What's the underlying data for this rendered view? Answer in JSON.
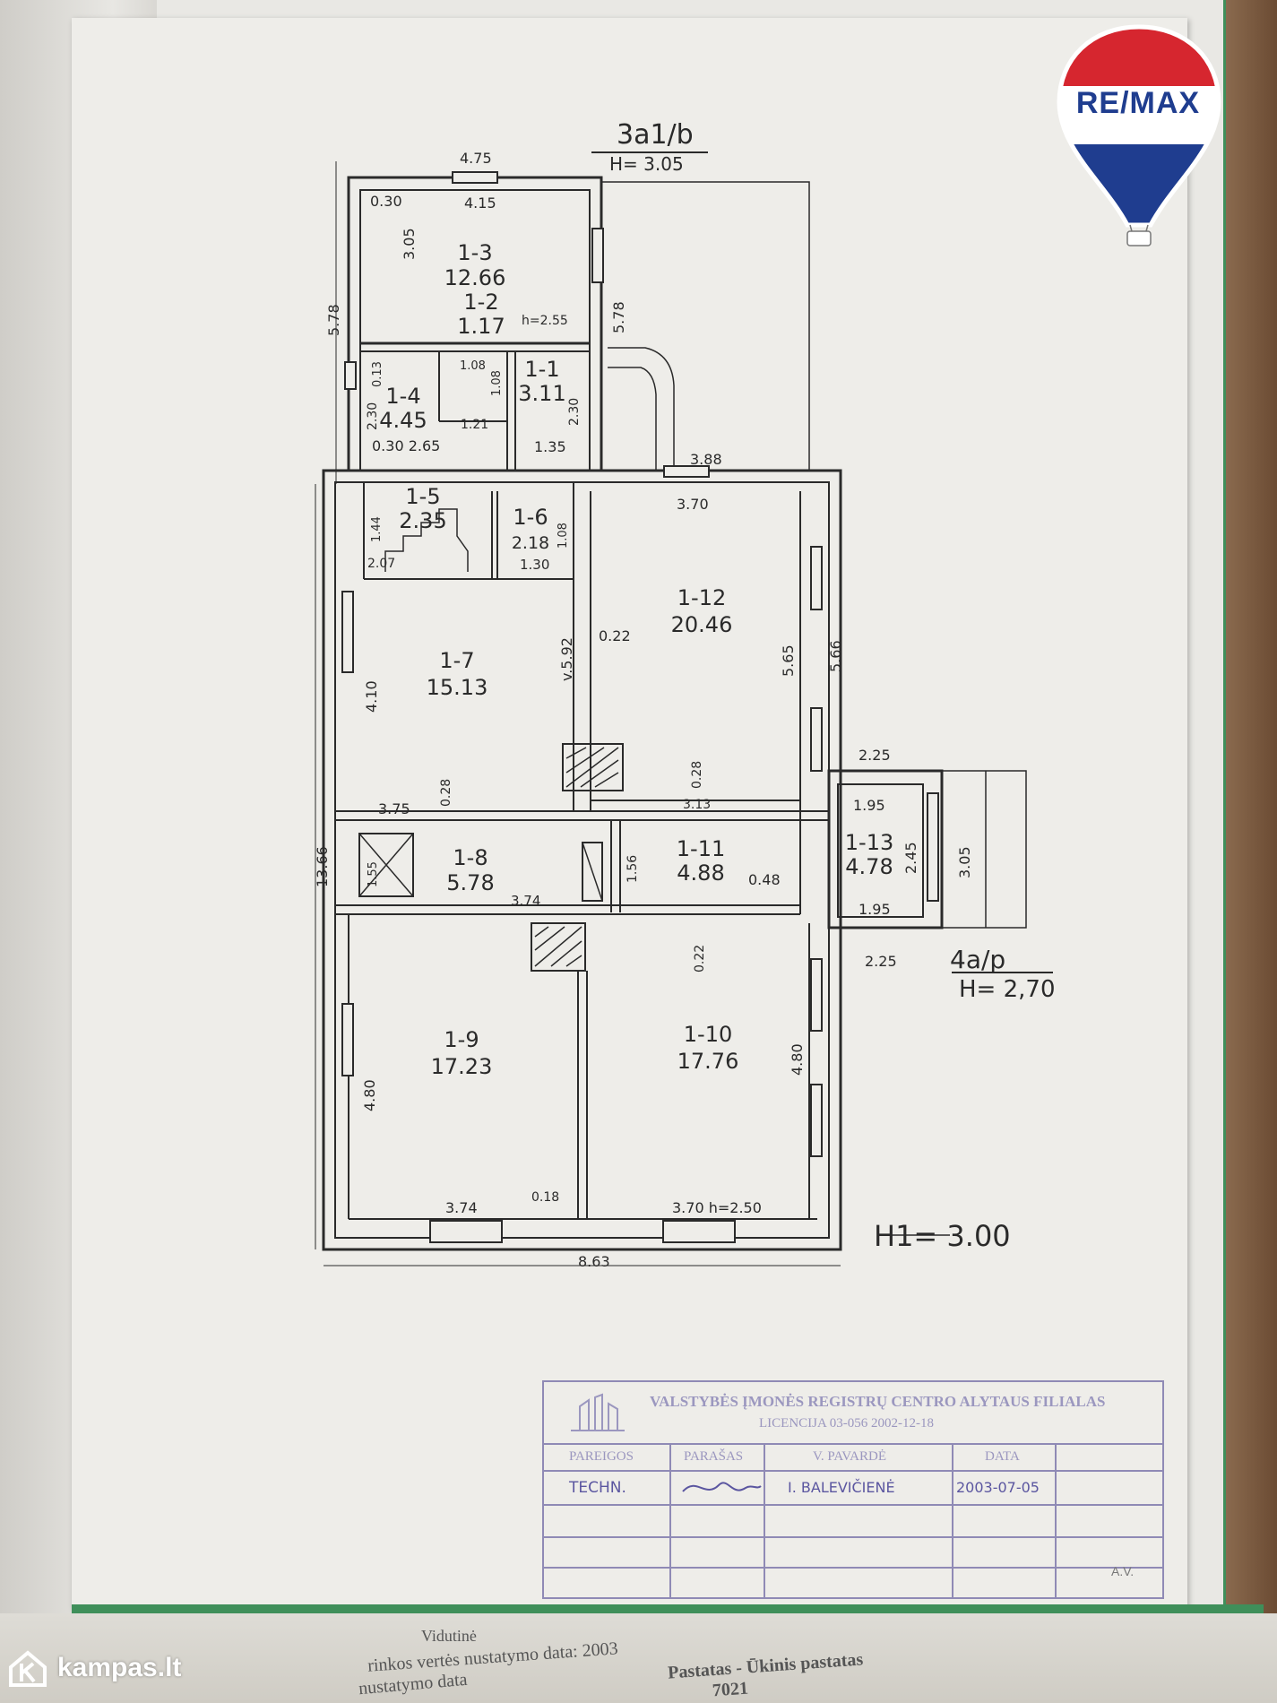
{
  "title_top": "3a1/b",
  "title_h": "H= 3.05",
  "annex_label": "4a/p",
  "annex_h": "H= 2,70",
  "floor_height": "H1= 3.00",
  "rooms": [
    {
      "id": "1-3",
      "area": "12.66"
    },
    {
      "id": "1-2",
      "area": "1.17"
    },
    {
      "id": "1-1",
      "area": "3.11"
    },
    {
      "id": "1-4",
      "area": "4.45"
    },
    {
      "id": "1-5",
      "area": "2.35"
    },
    {
      "id": "1-6",
      "area": "2.18"
    },
    {
      "id": "1-7",
      "area": "15.13"
    },
    {
      "id": "1-12",
      "area": "20.46"
    },
    {
      "id": "1-8",
      "area": "5.78"
    },
    {
      "id": "1-11",
      "area": "4.88"
    },
    {
      "id": "1-13",
      "area": "4.78"
    },
    {
      "id": "1-9",
      "area": "17.23"
    },
    {
      "id": "1-10",
      "area": "17.76"
    }
  ],
  "dimensions": [
    "4.75",
    "0.30",
    "4.15",
    "3.05",
    "5.78",
    "h=2.55",
    "5.78",
    "0.13",
    "1.08",
    "1.08",
    "2.30",
    "1.21",
    "2.30",
    "0.30 2.65",
    "1.35",
    "3.88",
    "3.70",
    "1.44",
    "2.07",
    "1.08",
    "1.30",
    "v.5.92",
    "0.22",
    "5.65",
    "5.66",
    "4.10",
    "0.28",
    "0.28",
    "3.75",
    "2.25",
    "1.95",
    "3.13",
    "13.66",
    "1.55",
    "3.74",
    "1.56",
    "0.48",
    "2.45",
    "3.05",
    "1.95",
    "2.25",
    "0.22",
    "4.80",
    "4.80",
    "3.74",
    "0.18",
    "3.70 h=2.50",
    "8.63"
  ],
  "stamp": {
    "organization": "VALSTYBĖS ĮMONĖS REGISTRŲ CENTRO ALYTAUS FILIALAS",
    "license": "LICENCIJA 03-056 2002-12-18",
    "col_position": "PAREIGOS",
    "col_signature": "PARAŠAS",
    "col_name": "V. PAVARDĖ",
    "col_date": "DATA",
    "position_value": "TECHN.",
    "name_value": "I. BALEVIČIENĖ",
    "date_value": "2003-07-05",
    "av": "A.V."
  },
  "bottom_texts": [
    "Vidutinė",
    "rinkos vertės nustatymo data: 2003",
    "nustatymo data",
    "Pastatas - Ūkinis pastatas",
    "7021"
  ],
  "logo_text": "RE/MAX",
  "watermark": "kampas.lt",
  "colors": {
    "ink": "#2a2a2a",
    "stamp": "#8f8ab5",
    "remax_red": "#d6262f",
    "remax_blue": "#1f3d8f"
  }
}
